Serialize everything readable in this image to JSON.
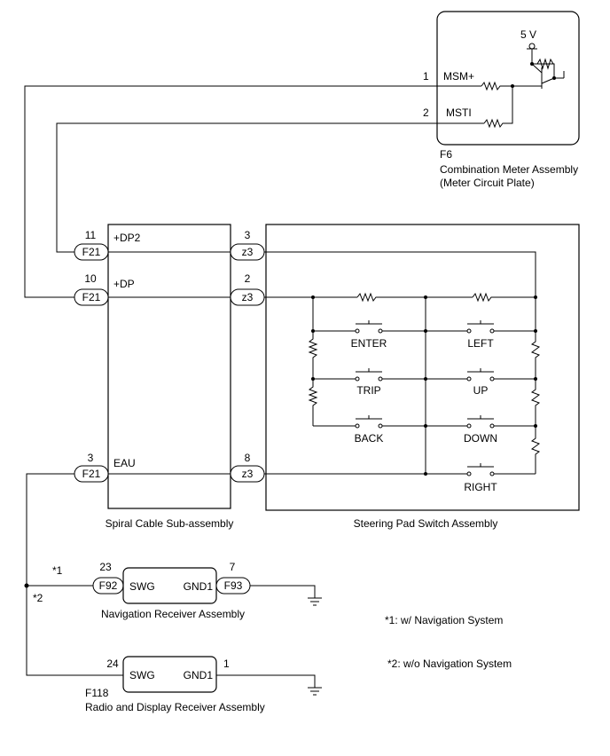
{
  "meter": {
    "id": "F6",
    "name_line1": "Combination Meter Assembly",
    "name_line2": "(Meter Circuit Plate)",
    "supply": "5 V",
    "pins": [
      {
        "num": "1",
        "name": "MSM+"
      },
      {
        "num": "2",
        "name": "MSTI"
      }
    ]
  },
  "spiral": {
    "name": "Spiral Cable Sub-assembly",
    "connector_in": "F21",
    "connector_out": "z3",
    "pins": [
      {
        "in_num": "11",
        "name": "+DP2",
        "out_num": "3"
      },
      {
        "in_num": "10",
        "name": "+DP",
        "out_num": "2"
      },
      {
        "in_num": "3",
        "name": "EAU",
        "out_num": "8"
      }
    ]
  },
  "steering": {
    "name": "Steering Pad Switch Assembly",
    "switches": [
      "ENTER",
      "LEFT",
      "TRIP",
      "UP",
      "BACK",
      "DOWN",
      "RIGHT"
    ]
  },
  "nav": {
    "name": "Navigation Receiver Assembly",
    "conn_left": "F92",
    "conn_right": "F93",
    "pin_left_num": "23",
    "pin_left_name": "SWG",
    "pin_right_num": "7",
    "pin_right_name": "GND1",
    "branch_mark": "*1"
  },
  "radio": {
    "id": "F118",
    "name": "Radio and Display Receiver Assembly",
    "pin_left_num": "24",
    "pin_left_name": "SWG",
    "pin_right_num": "1",
    "pin_right_name": "GND1",
    "branch_mark": "*2"
  },
  "notes": {
    "n1": "*1: w/ Navigation System",
    "n2": "*2: w/o Navigation System"
  }
}
